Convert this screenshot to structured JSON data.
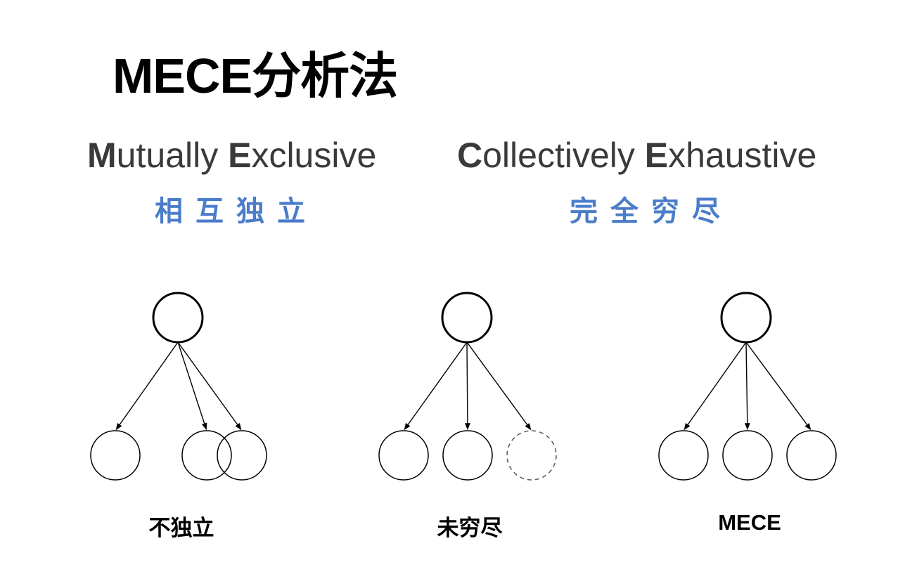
{
  "title": "MECE分析法",
  "principles": [
    {
      "initial1": "M",
      "rest1": "utually ",
      "initial2": "E",
      "rest2": "xclusive",
      "chinese": "相互独立"
    },
    {
      "initial1": "C",
      "rest1": "ollectively ",
      "initial2": "E",
      "rest2": "xhaustive",
      "chinese": "完全穷尽"
    }
  ],
  "examples": [
    {
      "caption": "不独立",
      "child_styles": [
        "solid",
        "solid",
        "solid"
      ],
      "overlap": true
    },
    {
      "caption": "未穷尽",
      "child_styles": [
        "solid",
        "solid",
        "dashed"
      ],
      "overlap": false
    },
    {
      "caption": "MECE",
      "child_styles": [
        "solid",
        "solid",
        "solid"
      ],
      "overlap": false
    }
  ],
  "colors": {
    "title": "#000000",
    "heading": "#3a3a3a",
    "chinese_accent": "#4a7cc9",
    "stroke": "#000000"
  }
}
